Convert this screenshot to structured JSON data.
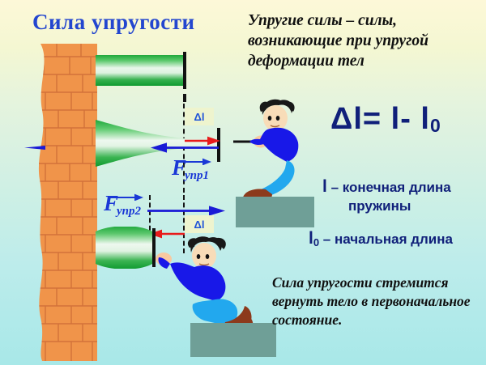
{
  "slide": {
    "title": "Сила упругости",
    "definition": "Упругие силы – силы, возникающие при упругой деформации тел",
    "conclusion": "Сила упругости стремится вернуть тело в первоначальное состояние.",
    "background_top_color": "#fdf8d8",
    "background_bottom_color": "#a8e8e8",
    "title_color": "#2346cf"
  },
  "formula": {
    "delta": "Δ",
    "l_left": "l",
    "equals": "= ",
    "l_right": "l",
    "minus": "- ",
    "l_zero": "l",
    "zero_sub": "0",
    "full_text": "Δl= l- l0",
    "color": "#10207a"
  },
  "legend": {
    "l_symbol": "l",
    "l_text": " – конечная длина",
    "l_text_line2": "пружины",
    "l0_symbol": "l",
    "l0_sub": "0",
    "l0_text": " – начальная длина",
    "color": "#10207a"
  },
  "diagram": {
    "delta_label_1": "Δl",
    "delta_label_2": "Δl",
    "force_1": {
      "symbol": "F",
      "subscript": "упр1",
      "direction": "left",
      "color": "#1a38d6"
    },
    "force_2": {
      "symbol": "F",
      "subscript": "упр2",
      "direction": "right",
      "color": "#1a38d6"
    },
    "arrow_colors": {
      "applied_force": "#e81b1b",
      "elastic_force": "#1a1ad6"
    },
    "spring_color": "#1fa83c",
    "wall_color": "#f0944a",
    "platform_color": "#6f9f97",
    "springs": [
      {
        "name": "spring-rest",
        "state": "rest"
      },
      {
        "name": "spring-stretched",
        "state": "stretched"
      },
      {
        "name": "spring-compressed",
        "state": "compressed"
      }
    ],
    "people": [
      {
        "name": "person-pulling",
        "action": "pull",
        "shirt": "#1818e8",
        "pants": "#22a8ee",
        "shoe": "#8c3a1c",
        "hair": "#181818"
      },
      {
        "name": "person-pushing",
        "action": "push",
        "shirt": "#1818e8",
        "pants": "#22a8ee",
        "shoe": "#8c3a1c",
        "hair": "#181818"
      }
    ]
  }
}
